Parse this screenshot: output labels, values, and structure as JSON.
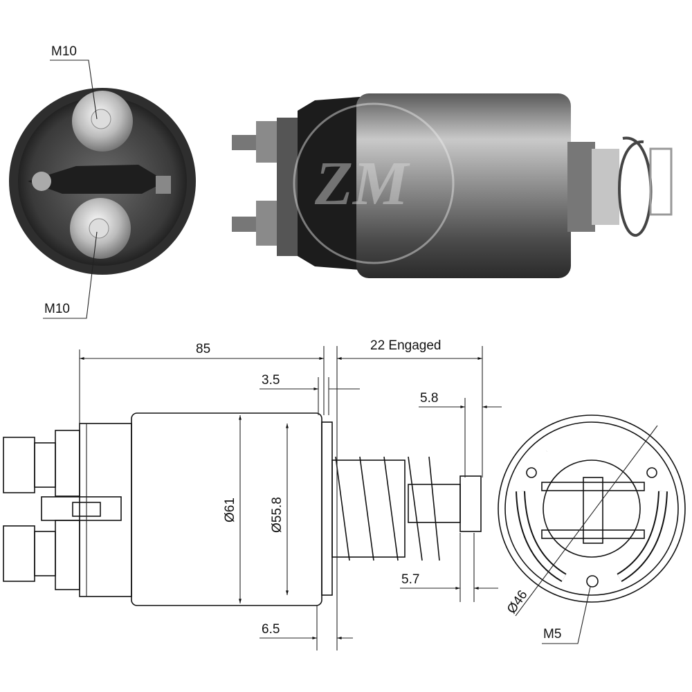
{
  "photo": {
    "end_view": {
      "top_terminal_label": "M10",
      "bottom_terminal_label": "M10"
    },
    "watermark": "ZM"
  },
  "drawing": {
    "length_label": "85",
    "engaged_label": "22 Engaged",
    "dim_3_5": "3.5",
    "dim_5_8": "5.8",
    "diameter_61": "Ø61",
    "diameter_55_8": "Ø55.8",
    "dim_5_7": "5.7",
    "dim_6_5": "6.5",
    "diameter_46": "Ø46",
    "thread_m5": "M5"
  }
}
